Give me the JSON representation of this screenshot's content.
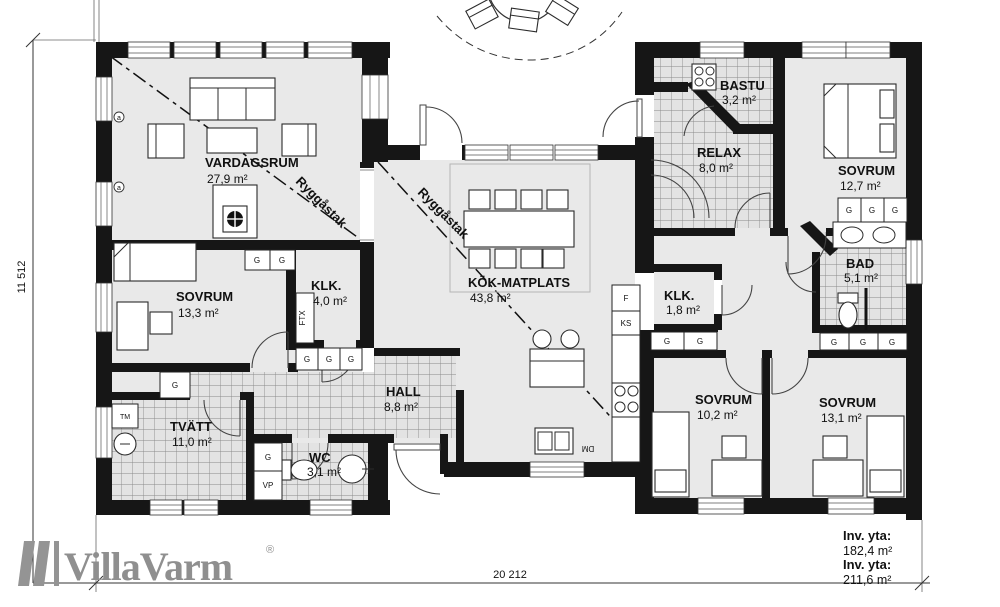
{
  "brand": {
    "logo_text": "VillaVarm",
    "registered": "®"
  },
  "dimensions": {
    "width": "20 212",
    "height": "11 512"
  },
  "summary": {
    "label_1": "Inv. yta:",
    "value_1": "182,4 m²",
    "label_2": "Inv. yta:",
    "value_2": "211,6 m²"
  },
  "rooms": {
    "vardagsrum": {
      "name": "VARDAGSRUM",
      "area": "27,9 m²"
    },
    "sovrum_1": {
      "name": "SOVRUM",
      "area": "13,3 m²"
    },
    "klk_1": {
      "name": "KLK.",
      "area": "4,0 m²"
    },
    "hall": {
      "name": "HALL",
      "area": "8,8 m²"
    },
    "tvatt": {
      "name": "TVÄTT",
      "area": "11,0 m²"
    },
    "wc": {
      "name": "WC",
      "area": "3,1 m²"
    },
    "kok_matplats": {
      "name": "KÖK-MATPLATS",
      "area": "43,8 m²"
    },
    "bastu": {
      "name": "BASTU",
      "area": "3,2 m²"
    },
    "relax": {
      "name": "RELAX",
      "area": "8,0 m²"
    },
    "sovrum_2": {
      "name": "SOVRUM",
      "area": "12,7 m²"
    },
    "bad": {
      "name": "BAD",
      "area": "5,1 m²"
    },
    "klk_2": {
      "name": "KLK.",
      "area": "1,8 m²"
    },
    "sovrum_3": {
      "name": "SOVRUM",
      "area": "10,2 m²"
    },
    "sovrum_4": {
      "name": "SOVRUM",
      "area": "13,1 m²"
    }
  },
  "labels": {
    "ryggastak": "Ryggåstak",
    "g": "G",
    "vp": "VP",
    "tm": "TM",
    "ftx": "FTX",
    "f": "F",
    "ks": "KS",
    "dm": "DM",
    "a": "a"
  }
}
